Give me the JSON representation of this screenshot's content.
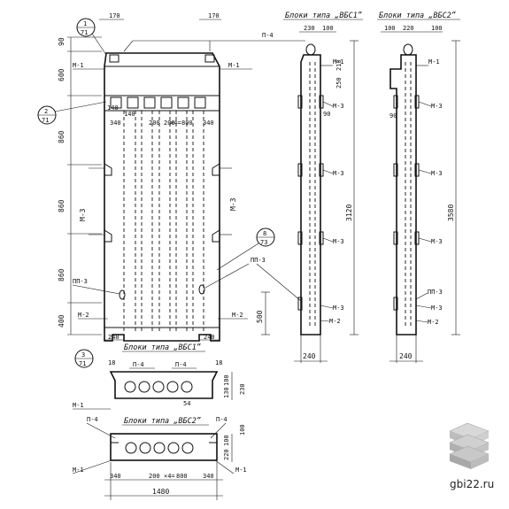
{
  "titles": {
    "vbs1_header": "Блоки типа „ВБС1”",
    "vbs2_header": "Блоки типа „ВБС2”",
    "main_bottom": "Блоки типа „ВБС1”",
    "plan_bottom": "Блоки типа „ВБС2”"
  },
  "callouts": {
    "c1_num": "1",
    "c1_sheet": "71",
    "c2_num": "2",
    "c2_sheet": "71",
    "c3_num": "3",
    "c3_sheet": "71",
    "c8_num": "8",
    "c8_sheet": "73"
  },
  "dims_left": [
    "90",
    "600",
    "860",
    "860",
    "860",
    "400"
  ],
  "dims_top": [
    "170",
    "170"
  ],
  "dims_inner": [
    "340",
    "200",
    "200",
    "×4=",
    "800",
    "340"
  ],
  "dims_inner_small": [
    "140",
    "140"
  ],
  "dims_bottom_main": [
    "240",
    "240"
  ],
  "dim_right_500": "500",
  "marks": {
    "m1": "М-1",
    "m2": "М-2",
    "m3": "М-3",
    "pp3": "ПП-3",
    "p4": "П-4"
  },
  "side_dims": {
    "a_top": [
      "230",
      "100"
    ],
    "a_height": "3120",
    "a_top_small": [
      "250",
      "210"
    ],
    "a_90": "90",
    "a_width": "240",
    "b_top": [
      "100",
      "220",
      "100"
    ],
    "b_height": "3580",
    "b_90": "90",
    "b_width": "240"
  },
  "plan_dims": {
    "top_small": [
      "18",
      "18"
    ],
    "right_top": [
      "100",
      "130",
      "230"
    ],
    "mid_54": "54",
    "right_bottom": [
      "100",
      "220"
    ],
    "right_bottom_top": "100",
    "bottom_row": [
      "340",
      "200",
      "×4=",
      "800",
      "340"
    ],
    "overall": "1480"
  },
  "watermark": "gbi22.ru"
}
